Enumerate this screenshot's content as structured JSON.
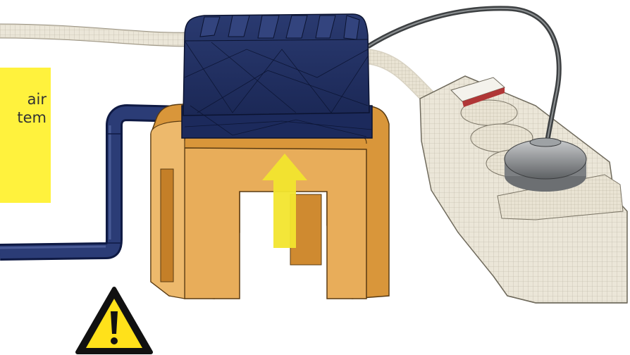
{
  "callout": {
    "lines": [
      "air",
      "tem"
    ],
    "color": "#fff23d"
  },
  "scene": {
    "objects": [
      "air-pump",
      "stand",
      "air-tube",
      "power-strip",
      "power-cable",
      "plug",
      "rocker-switch",
      "lift-arrow",
      "warning-sign"
    ],
    "colors": {
      "pump": "#1f2f63",
      "stand": "#e3a84d",
      "tube": "#22336a",
      "power_strip": "#ebe6d8",
      "arrow": "#f2e52e",
      "warning": "#ffe11a"
    },
    "icons": {
      "warning": "warning-triangle-icon",
      "arrow": "up-arrow-icon"
    }
  }
}
